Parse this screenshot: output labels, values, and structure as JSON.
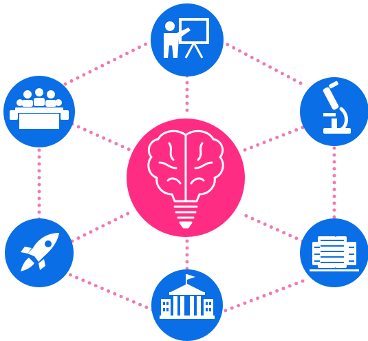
{
  "colors": {
    "center": "#ff2c84",
    "node": "#0a6ee6",
    "connector": "#f07ab0",
    "icon": "#ffffff"
  },
  "center": {
    "icon": "brain-lightbulb-icon"
  },
  "nodes": [
    {
      "id": "top",
      "icon": "teacher-presentation-icon"
    },
    {
      "id": "upper-left",
      "icon": "students-classroom-icon"
    },
    {
      "id": "upper-right",
      "icon": "microscope-icon"
    },
    {
      "id": "lower-left",
      "icon": "rocket-icon"
    },
    {
      "id": "lower-right",
      "icon": "server-rack-icon"
    },
    {
      "id": "bottom",
      "icon": "university-building-icon"
    }
  ]
}
